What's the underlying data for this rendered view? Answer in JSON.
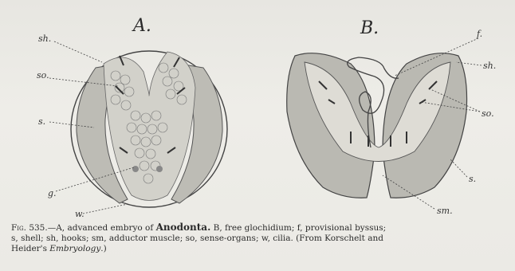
{
  "figure": {
    "panel_a": "A.",
    "panel_b": "B.",
    "labels_a": {
      "sh": "sh.",
      "so": "so.",
      "s": "s.",
      "g": "g.",
      "w": "w."
    },
    "labels_b": {
      "f": "f.",
      "sh": "sh.",
      "so": "so.",
      "s": "s.",
      "sm": "sm."
    }
  },
  "caption": {
    "fig_no": "Fig. 535.",
    "lead": "—A, advanced embryo of ",
    "genus": "Anodonta.",
    "line1_rest": " B, free glochidium; f, provisional byssus;",
    "line2": "s, shell; sh, hooks; sm, adductor muscle; so, sense-organs; w, cilia. (From Korschelt and",
    "line3_pre": "Heider's ",
    "line3_book": "Embryology",
    "line3_post": ".)"
  },
  "colors": {
    "paper": "#ebeae5",
    "ink": "#333333",
    "shell": "#b5b4ad"
  }
}
